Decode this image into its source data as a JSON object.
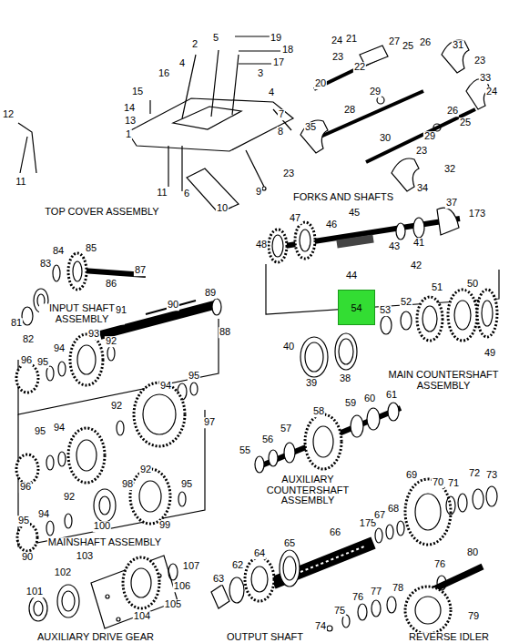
{
  "diagram": {
    "nodes": [
      {
        "text": [
          "54"
        ]
      }
    ],
    "labels": [
      "19",
      "5",
      "2",
      "18",
      "17",
      "4",
      "3",
      "16",
      "4",
      "15",
      "14",
      "13",
      "12",
      "1",
      "7",
      "8",
      "11",
      "11",
      "6",
      "10",
      "9",
      "TOP COVER ASSEMBLY",
      "24",
      "21",
      "27",
      "25",
      "26",
      "31",
      "23",
      "22",
      "23",
      "20",
      "29",
      "33",
      "24",
      "28",
      "26",
      "25",
      "35",
      "30",
      "29",
      "32",
      "23",
      "23",
      "34",
      "FORKS AND SHAFTS",
      "48",
      "47",
      "46",
      "45",
      "43",
      "41",
      "37",
      "173",
      "42",
      "44",
      "52",
      "51",
      "50",
      "53",
      "40",
      "39",
      "38",
      "49",
      "MAIN COUNTERSHAFT ASSEMBLY",
      "84",
      "85",
      "83",
      "87",
      "86",
      "81",
      "82",
      "INPUT SHAFT ASSEMBLY",
      "91",
      "90",
      "89",
      "88",
      "93",
      "92",
      "94",
      "96",
      "95",
      "95",
      "94",
      "92",
      "94",
      "95",
      "97",
      "96",
      "98",
      "92",
      "92",
      "94",
      "95",
      "100",
      "99",
      "95",
      "90",
      "MAINSHAFT ASSEMBLY",
      "59",
      "60",
      "61",
      "58",
      "57",
      "55",
      "56",
      "AUXILIARY COUNTERSHAFT ASSEMBLY",
      "69",
      "70",
      "71",
      "72",
      "73",
      "175",
      "67",
      "68",
      "66",
      "62",
      "63",
      "64",
      "65",
      "OUTPUT SHAFT",
      "103",
      "107",
      "102",
      "106",
      "101",
      "105",
      "104",
      "AUXILIARY DRIVE GEAR",
      "80",
      "76",
      "77",
      "78",
      "75",
      "76",
      "74",
      "79",
      "REVERSE IDLER"
    ]
  }
}
